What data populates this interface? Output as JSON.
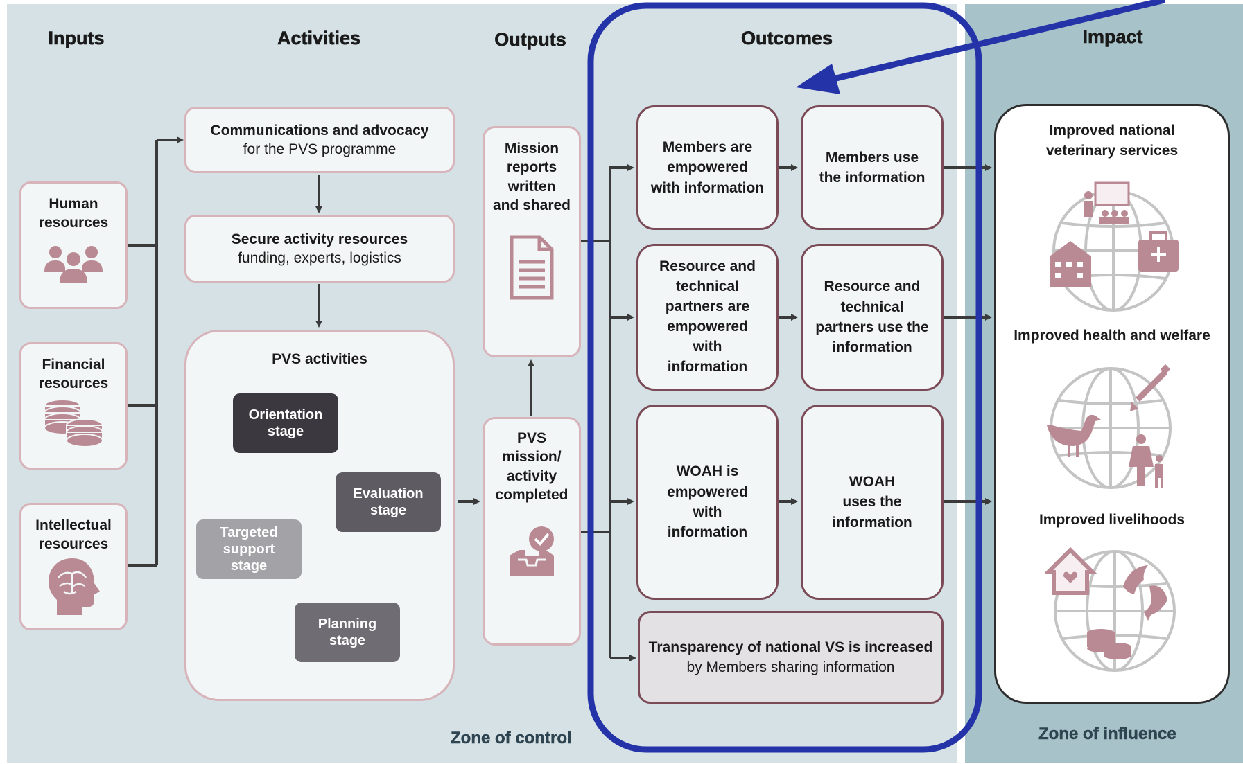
{
  "headers": {
    "inputs": "Inputs",
    "activities": "Activities",
    "outputs": "Outputs",
    "outcomes": "Outcomes",
    "impact": "Impact"
  },
  "inputs": [
    {
      "line1": "Human",
      "line2": "resources",
      "icon": "people-icon"
    },
    {
      "line1": "Financial",
      "line2": "resources",
      "icon": "coins-icon"
    },
    {
      "line1": "Intellectual",
      "line2": "resources",
      "icon": "brain-head-icon"
    }
  ],
  "activities": {
    "comms": {
      "title": "Communications and advocacy",
      "sub": "for the PVS programme"
    },
    "secure": {
      "title": "Secure activity resources",
      "sub": "funding, experts, logistics"
    },
    "pvs_title": "PVS activities",
    "stages": {
      "orientation": {
        "l1": "Orientation",
        "l2": "stage"
      },
      "evaluation": {
        "l1": "Evaluation",
        "l2": "stage"
      },
      "planning": {
        "l1": "Planning",
        "l2": "stage"
      },
      "targeted": {
        "l1": "Targeted",
        "l2": "support",
        "l3": "stage"
      }
    }
  },
  "outputs": {
    "reports": {
      "l1": "Mission",
      "l2": "reports",
      "l3": "written",
      "l4": "and shared",
      "icon": "document-icon"
    },
    "completed": {
      "l1": "PVS",
      "l2": "mission/",
      "l3": "activity",
      "l4": "completed",
      "icon": "inbox-check-icon"
    }
  },
  "outcomes": {
    "r1a": {
      "l1": "Members are",
      "l2": "empowered",
      "l3": "with information"
    },
    "r1b": {
      "l1": "Members use",
      "l2": "the information"
    },
    "r2a": {
      "l1": "Resource and",
      "l2": "technical",
      "l3": "partners are",
      "l4": "empowered",
      "l5": "with",
      "l6": "information"
    },
    "r2b": {
      "l1": "Resource and",
      "l2": "technical",
      "l3": "partners use the",
      "l4": "information"
    },
    "r3a": {
      "l1": "WOAH is",
      "l2": "empowered",
      "l3": "with",
      "l4": "information"
    },
    "r3b": {
      "l1": "WOAH",
      "l2": "uses the",
      "l3": "information"
    },
    "transparency": {
      "title": "Transparency of national VS is increased",
      "sub": "by Members sharing information"
    }
  },
  "impact": {
    "i1": {
      "l1": "Improved national",
      "l2": "veterinary services"
    },
    "i2": "Improved health and welfare",
    "i3": "Improved livelihoods",
    "globe_icons": [
      "globe-teaching-icon",
      "globe-animal-health-icon",
      "globe-livelihood-icon"
    ]
  },
  "zones": {
    "control": "Zone of control",
    "influence": "Zone of influence"
  },
  "colors": {
    "control_bg": "#d5e1e4",
    "influence_bg": "#a7c2c9",
    "box_border": "#d7b3ba",
    "outcome_border": "#7a4a57",
    "highlight": "#2434a8",
    "icon_color": "#b98a93",
    "stage_dark": "#3b3840",
    "stage_mid": "#5e5b63",
    "stage_light": "#a3a2a6"
  }
}
